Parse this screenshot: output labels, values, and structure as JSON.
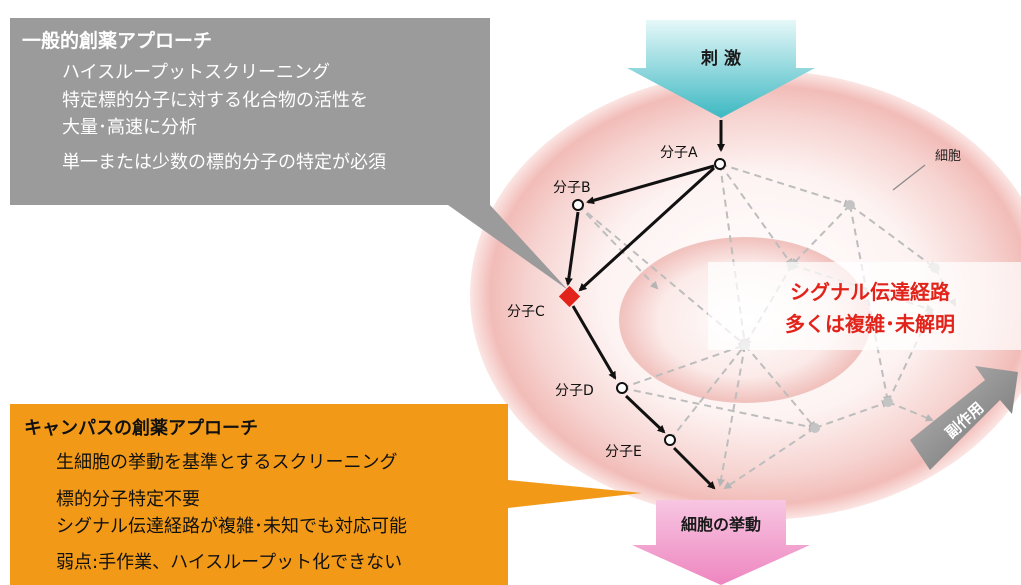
{
  "general_approach": {
    "title": "一般的創薬アプローチ",
    "line1": "ハイスループットスクリーニング",
    "line2": "特定標的分子に対する化合物の活性を",
    "line3": "大量･高速に分析",
    "line4": "単一または少数の標的分子の特定が必須"
  },
  "canvas_approach": {
    "title": "キャンパスの創薬アプローチ",
    "line1": "生細胞の挙動を基準とするスクリーニング",
    "line2": "標的分子特定不要",
    "line3": "シグナル伝達経路が複雑･未知でも対応可能",
    "line4": "弱点:手作業、ハイスループット化できない"
  },
  "stimulus_label": "刺 激",
  "cell_label": "細胞",
  "pathway": {
    "line1": "シグナル伝達経路",
    "line2": "多くは複雑･未解明"
  },
  "side_effect_label": "副作用",
  "behavior_label": "細胞の挙動",
  "molecules": {
    "a": "分子A",
    "b": "分子B",
    "c": "分子C",
    "d": "分子D",
    "e": "分子E"
  },
  "colors": {
    "gray_box": "#9b9b9b",
    "orange_box": "#f29a18",
    "stimulus_arrow": "#4fc0c8",
    "behavior_arrow": "#ef8cc4",
    "cell_ring": "#f3c7c4",
    "target_marker": "#e2231a",
    "pathway_text": "#e2231a",
    "side_effect_arrow": "#8a8a8a"
  }
}
